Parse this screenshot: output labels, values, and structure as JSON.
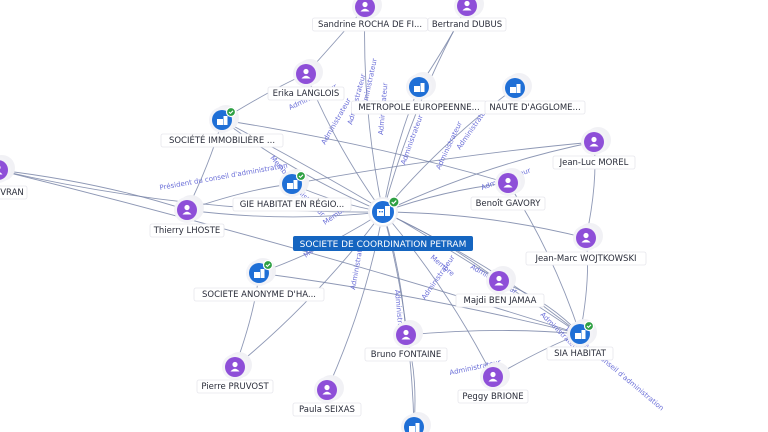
{
  "center": {
    "label": "SOCIETE DE COORDINATION PETRAM",
    "icon": "building-icon",
    "verified": true
  },
  "nodes": [
    {
      "id": "sandrine",
      "label": "Sandrine ROCHA DE FI...",
      "type": "person"
    },
    {
      "id": "bertrand",
      "label": "Bertrand DUBUS",
      "type": "person"
    },
    {
      "id": "erika",
      "label": "Erika LANGLOIS",
      "type": "person"
    },
    {
      "id": "metropole",
      "label": "METROPOLE EUROPEENNE...",
      "type": "company"
    },
    {
      "id": "communaute",
      "label": "NAUTE D'AGGLOME...",
      "type": "company"
    },
    {
      "id": "societe_immo",
      "label": "SOCIÉTÉ IMMOBILIÈRE ...",
      "type": "company",
      "verified": true
    },
    {
      "id": "jeanluc",
      "label": "Jean-Luc MOREL",
      "type": "person"
    },
    {
      "id": "vran",
      "label": "VRAN",
      "type": "person"
    },
    {
      "id": "gie",
      "label": "GIE HABITAT EN RÉGIO...",
      "type": "company",
      "verified": true
    },
    {
      "id": "benoit",
      "label": "Benoît GAVORY",
      "type": "person"
    },
    {
      "id": "thierry",
      "label": "Thierry LHOSTE",
      "type": "person"
    },
    {
      "id": "jeanmarc",
      "label": "Jean-Marc WOJTKOWSKI",
      "type": "person"
    },
    {
      "id": "sa_ha",
      "label": "SOCIETE ANONYME D'HA...",
      "type": "company",
      "verified": true
    },
    {
      "id": "majdi",
      "label": "Majdi BEN JAMAA",
      "type": "person"
    },
    {
      "id": "sia",
      "label": "SIA HABITAT",
      "type": "company",
      "verified": true
    },
    {
      "id": "bruno",
      "label": "Bruno FONTAINE",
      "type": "person"
    },
    {
      "id": "pierre",
      "label": "Pierre PRUVOST",
      "type": "person"
    },
    {
      "id": "paula",
      "label": "Paula SEIXAS",
      "type": "person"
    },
    {
      "id": "peggy",
      "label": "Peggy BRIONE",
      "type": "person"
    },
    {
      "id": "bottom_co",
      "label": "",
      "type": "company"
    }
  ],
  "edge_labels": [
    "Administrateur",
    "Administrateur",
    "Administrateur",
    "Administrateur",
    "Membre",
    "Membre",
    "Administrateur",
    "Administrateur",
    "Président du conseil d'administration",
    "Administrateur",
    "Membre",
    "Administrateur",
    "Administrateur",
    "Administrateur",
    "Membre",
    "Administrateur",
    "Administrateur",
    "Administrateur",
    "Administrateur",
    "Administrateur",
    "Administrateur",
    "Membre du conseil d'administration"
  ],
  "colors": {
    "person": "#8e4fd8",
    "company": "#1f6fd6",
    "verified": "#2ea043",
    "center_label": "#1565c0"
  }
}
